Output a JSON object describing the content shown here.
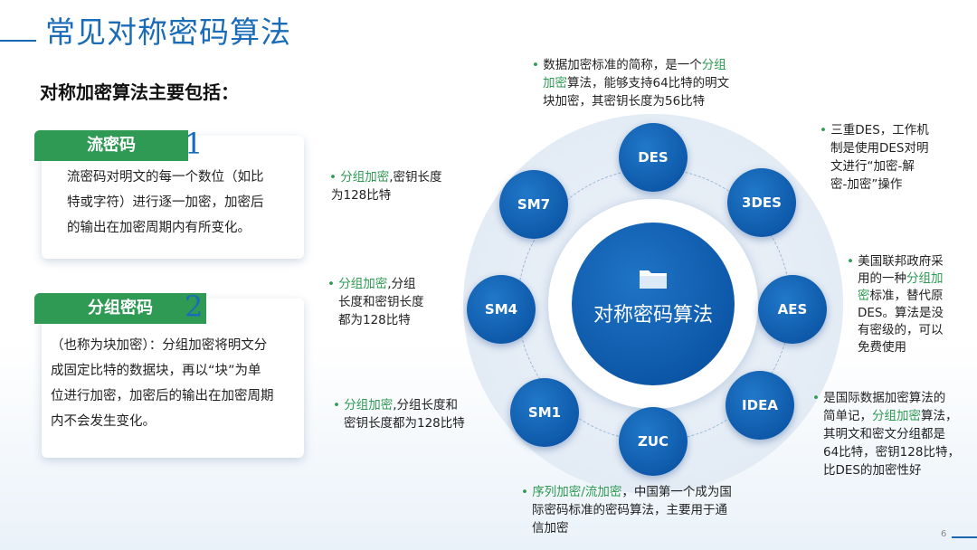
{
  "title": "常见对称密码算法",
  "subtitle": "对称加密算法主要包括：",
  "cards": [
    {
      "tab": "流密码",
      "num": "1",
      "lines": [
        "流密码对明文的每一个数位（如比",
        "特或字符）进行逐一加密，加密后",
        "的输出在加密周期内有所变化。"
      ]
    },
    {
      "tab": "分组密码",
      "num": "2",
      "lines": [
        "（也称为块加密）：分组加密将明文分",
        "成固定比特的数据块，再以“块”为单",
        "位进行加密，加密后的输出在加密周期",
        "内不会发生变化。"
      ]
    }
  ],
  "center": {
    "label": "对称密码算法",
    "icon": "folder-icon"
  },
  "nodes": [
    "DES",
    "3DES",
    "AES",
    "IDEA",
    "ZUC",
    "SM1",
    "SM4",
    "SM7"
  ],
  "notes": {
    "des": {
      "l1a": "数据加密标准的简称，是一个",
      "l1b": "分组",
      "l2a": "加密",
      "l2b": "算法，能够支持64比特的明文",
      "l3": "块加密，其密钥长度为56比特"
    },
    "tdes": {
      "l1": "三重DES，工作机",
      "l2": "制是使用DES对明",
      "l3": "文进行“加密-解",
      "l4": "密-加密”操作"
    },
    "aes": {
      "l1": "美国联邦政府采",
      "l2a": "用的一种",
      "l2b": "分组加",
      "l3a": "密",
      "l3b": "标准，替代原",
      "l4": "DES。算法是没",
      "l5": "有密级的，可以",
      "l6": "免费使用"
    },
    "idea": {
      "l1": "是国际数据加密算法的",
      "l2a": "简单记，",
      "l2b": "分组加密",
      "l2c": "算法，",
      "l3": "其明文和密文分组都是",
      "l4": "64比特，密钥128比特，",
      "l5": "比DES的加密性好"
    },
    "zuc": {
      "l1a": "序列加密/流加密",
      "l1b": "，中国第一个成为国",
      "l2": "际密码标准的密码算法，主要用于通",
      "l3": "信加密"
    },
    "sm1": {
      "l1a": "分组加密",
      "l1b": ",分组长度和",
      "l2": "密钥长度都为128比特"
    },
    "sm4": {
      "l1a": "分组加密",
      "l1b": ",分组",
      "l2": "长度和密钥长度",
      "l3": "都为128比特"
    },
    "sm7": {
      "l1a": "分组加密",
      "l1b": ",密钥长度",
      "l2": "为128比特"
    }
  },
  "page_number": "6",
  "colors": {
    "accent_blue": "#1b6cb8",
    "accent_green": "#2e9a53",
    "node_blue": "#0d57a8"
  }
}
